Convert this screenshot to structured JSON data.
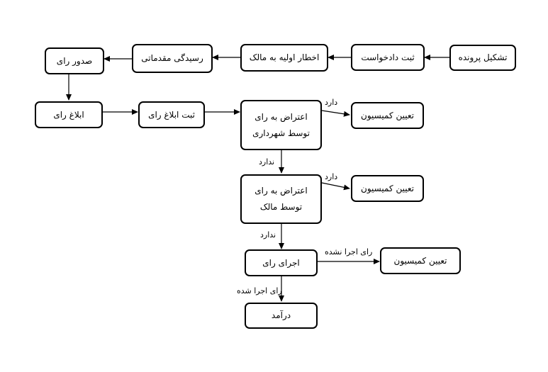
{
  "nodes": {
    "tashkil": "تشکیل پرونده",
    "sabt_dadkhast": "ثبت دادخواست",
    "ekhtar": "اخطار اولیه به مالک",
    "residegi": "رسیدگی مقدماتی",
    "sodur": "صدور رای",
    "eblagh": "ابلاغ رای",
    "sabt_eblagh": "ثبت ابلاغ رای",
    "eteraz_shahrdari_1": "اعتراض به رای",
    "eteraz_shahrdari_2": "توسط شهرداری",
    "komisiun_1": "تعیین کمیسیون",
    "eteraz_malek_1": "اعتراض به رای",
    "eteraz_malek_2": "توسط مالک",
    "komisiun_2": "تعیین کمیسیون",
    "ejra": "اجرای رای",
    "komisiun_3": "تعیین کمیسیون",
    "daramad": "درآمد"
  },
  "labels": {
    "darad_1": "دارد",
    "nadarad_1": "ندارد",
    "darad_2": "دارد",
    "nadarad_2": "ندارد",
    "ejra_nashode": "رای اجرا نشده",
    "ejra_shode": "رای اجرا شده"
  }
}
